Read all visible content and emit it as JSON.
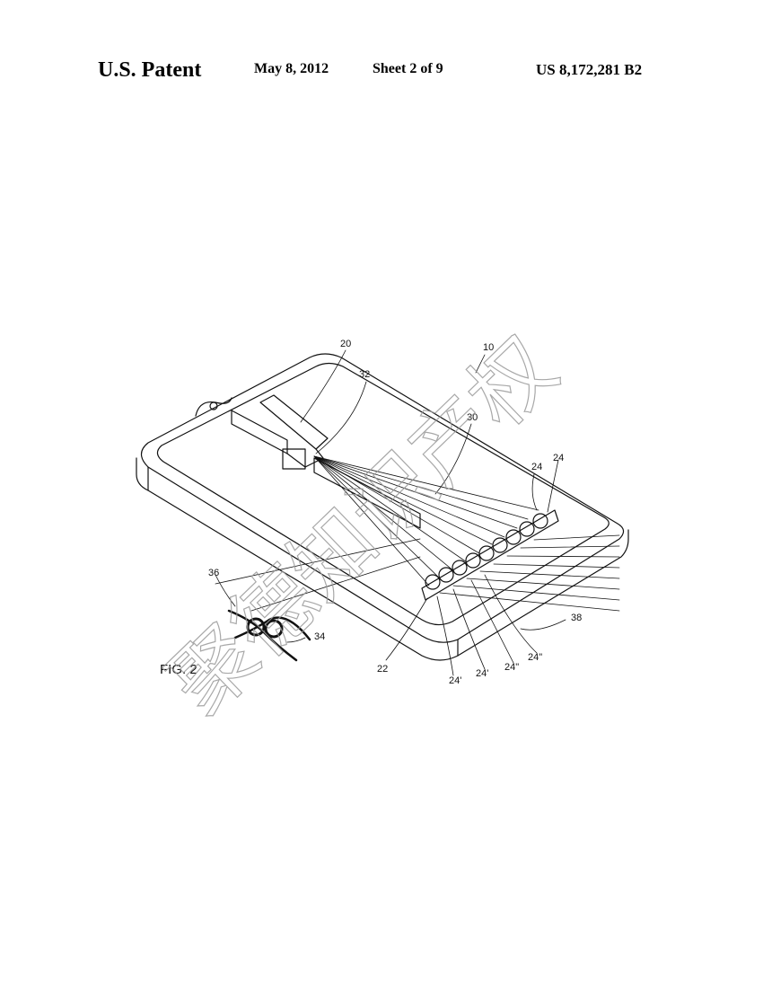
{
  "header": {
    "left": "U.S. Patent",
    "date": "May 8, 2012",
    "sheet": "Sheet 2 of 9",
    "patent_number": "US 8,172,281 B2"
  },
  "figure": {
    "caption": "FIG. 2",
    "labels": {
      "l10": "10",
      "l20": "20",
      "l22": "22",
      "l24a": "24",
      "l24b": "24",
      "l24p1": "24'",
      "l24p2": "24'",
      "l24pp": "24\"",
      "l24ppp": "24\"",
      "l30": "30",
      "l32": "32",
      "l34": "34",
      "l36": "36",
      "l38": "38"
    }
  },
  "watermark": {
    "text": "聚德知识产权"
  }
}
